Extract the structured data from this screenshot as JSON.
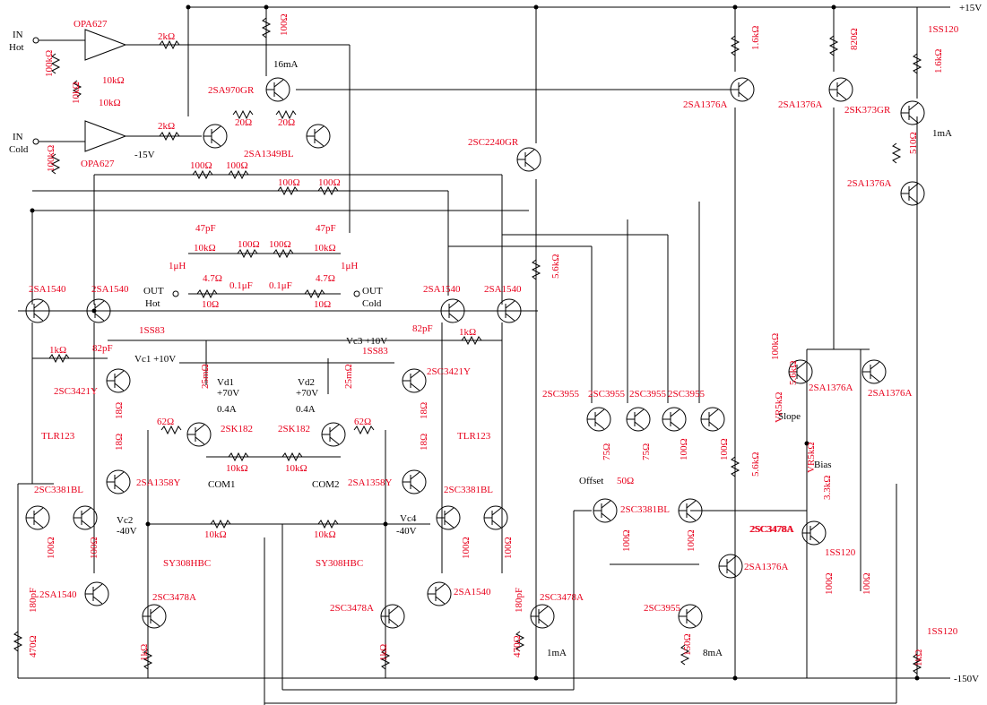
{
  "rails": {
    "pos": "+15V",
    "neg": "-150V"
  },
  "inputs": {
    "hot_label": "IN",
    "hot_sub": "Hot",
    "cold_label": "IN",
    "cold_sub": "Cold",
    "op1": "OPA627",
    "op2": "OPA627",
    "neg15": "-15V"
  },
  "outputs": {
    "hot_label": "OUT",
    "hot_sub": "Hot",
    "cold_label": "OUT",
    "cold_sub": "Cold"
  },
  "component_labels": [
    {
      "id": "r100k_a",
      "text": "100kΩ"
    },
    {
      "id": "r10k_a",
      "text": "10kΩ"
    },
    {
      "id": "r10k_b",
      "text": "10kΩ"
    },
    {
      "id": "r10k_c",
      "text": "10kΩ"
    },
    {
      "id": "r2k_a",
      "text": "2kΩ"
    },
    {
      "id": "r2k_b",
      "text": "2kΩ"
    },
    {
      "id": "r100k_b",
      "text": "100kΩ"
    },
    {
      "id": "r100_top",
      "text": "100Ω"
    },
    {
      "id": "i16",
      "text": "16mA"
    },
    {
      "id": "q2sa970",
      "text": "2SA970GR"
    },
    {
      "id": "r20a",
      "text": "20Ω"
    },
    {
      "id": "r20b",
      "text": "20Ω"
    },
    {
      "id": "q2sa1349",
      "text": "2SA1349BL"
    },
    {
      "id": "r100c",
      "text": "100Ω"
    },
    {
      "id": "r100d",
      "text": "100Ω"
    },
    {
      "id": "r100e",
      "text": "100Ω"
    },
    {
      "id": "r100f",
      "text": "100Ω"
    },
    {
      "id": "q2sc2240",
      "text": "2SC2240GR"
    },
    {
      "id": "c47a",
      "text": "47pF"
    },
    {
      "id": "c47b",
      "text": "47pF"
    },
    {
      "id": "r10k_d",
      "text": "10kΩ"
    },
    {
      "id": "r100g",
      "text": "100Ω"
    },
    {
      "id": "r100h",
      "text": "100Ω"
    },
    {
      "id": "r10k_e",
      "text": "10kΩ"
    },
    {
      "id": "l1",
      "text": "1μH"
    },
    {
      "id": "l2",
      "text": "1μH"
    },
    {
      "id": "r47a",
      "text": "4.7Ω"
    },
    {
      "id": "r47b",
      "text": "4.7Ω"
    },
    {
      "id": "c01a",
      "text": "0.1μF"
    },
    {
      "id": "c01b",
      "text": "0.1μF"
    },
    {
      "id": "r10a",
      "text": "10Ω"
    },
    {
      "id": "r10b",
      "text": "10Ω"
    },
    {
      "id": "q1540a",
      "text": "2SA1540"
    },
    {
      "id": "q1540b",
      "text": "2SA1540"
    },
    {
      "id": "q1540c",
      "text": "2SA1540"
    },
    {
      "id": "q1540d",
      "text": "2SA1540"
    },
    {
      "id": "r56a",
      "text": "5.6kΩ"
    },
    {
      "id": "d1ss83a",
      "text": "1SS83"
    },
    {
      "id": "d1ss83b",
      "text": "1SS83"
    },
    {
      "id": "r1ka",
      "text": "1kΩ"
    },
    {
      "id": "r1kb",
      "text": "1kΩ"
    },
    {
      "id": "c82a",
      "text": "82pF"
    },
    {
      "id": "c82b",
      "text": "82pF"
    },
    {
      "id": "q3421a",
      "text": "2SC3421Y"
    },
    {
      "id": "q3421b",
      "text": "2SC3421Y"
    },
    {
      "id": "r25a",
      "text": "25mΩ"
    },
    {
      "id": "r25b",
      "text": "25mΩ"
    },
    {
      "id": "r18a",
      "text": "18Ω"
    },
    {
      "id": "r18b",
      "text": "18Ω"
    },
    {
      "id": "r18c",
      "text": "18Ω"
    },
    {
      "id": "r18d",
      "text": "18Ω"
    },
    {
      "id": "r62a",
      "text": "62Ω"
    },
    {
      "id": "r62b",
      "text": "62Ω"
    },
    {
      "id": "q2sk182a",
      "text": "2SK182"
    },
    {
      "id": "q2sk182b",
      "text": "2SK182"
    },
    {
      "id": "led1",
      "text": "TLR123"
    },
    {
      "id": "led2",
      "text": "TLR123"
    },
    {
      "id": "q1358a",
      "text": "2SA1358Y"
    },
    {
      "id": "q1358b",
      "text": "2SA1358Y"
    },
    {
      "id": "r10k_f",
      "text": "10kΩ"
    },
    {
      "id": "r10k_g",
      "text": "10kΩ"
    },
    {
      "id": "q3381a",
      "text": "2SC3381BL"
    },
    {
      "id": "q3381b",
      "text": "2SC3381BL"
    },
    {
      "id": "r100i",
      "text": "100Ω"
    },
    {
      "id": "r100j",
      "text": "100Ω"
    },
    {
      "id": "r100k2",
      "text": "100Ω"
    },
    {
      "id": "r100l",
      "text": "100Ω"
    },
    {
      "id": "r10k_h",
      "text": "10kΩ"
    },
    {
      "id": "r10k_i",
      "text": "10kΩ"
    },
    {
      "id": "led3",
      "text": "SY308HBC"
    },
    {
      "id": "led4",
      "text": "SY308HBC"
    },
    {
      "id": "q1540e",
      "text": "2SA1540"
    },
    {
      "id": "q1540f",
      "text": "2SA1540"
    },
    {
      "id": "q3478a",
      "text": "2SC3478A"
    },
    {
      "id": "q3478b",
      "text": "2SC3478A"
    },
    {
      "id": "q3478c",
      "text": "2SC3478A"
    },
    {
      "id": "q3478d",
      "text": "2SC3478A"
    },
    {
      "id": "c180a",
      "text": "180pF"
    },
    {
      "id": "c180b",
      "text": "180pF"
    },
    {
      "id": "r470a",
      "text": "470Ω"
    },
    {
      "id": "r470b",
      "text": "470Ω"
    },
    {
      "id": "r1kc",
      "text": "1kΩ"
    },
    {
      "id": "r1kd",
      "text": "1kΩ"
    },
    {
      "id": "r16ka",
      "text": "1.6kΩ"
    },
    {
      "id": "r820",
      "text": "820Ω"
    },
    {
      "id": "d1ss120a",
      "text": "1SS120"
    },
    {
      "id": "r16kb",
      "text": "1.6kΩ"
    },
    {
      "id": "q1376a",
      "text": "2SA1376A"
    },
    {
      "id": "q1376b",
      "text": "2SA1376A"
    },
    {
      "id": "q373",
      "text": "2SK373GR"
    },
    {
      "id": "r510",
      "text": "510Ω"
    },
    {
      "id": "q1376c",
      "text": "2SA1376A"
    },
    {
      "id": "q3955a",
      "text": "2SC3955"
    },
    {
      "id": "q3955b",
      "text": "2SC3955"
    },
    {
      "id": "q3955c",
      "text": "2SC3955"
    },
    {
      "id": "q3955d",
      "text": "2SC3955"
    },
    {
      "id": "r75a",
      "text": "75Ω"
    },
    {
      "id": "r75b",
      "text": "75Ω"
    },
    {
      "id": "r100m",
      "text": "100Ω"
    },
    {
      "id": "r100n",
      "text": "100Ω"
    },
    {
      "id": "r50",
      "text": "50Ω"
    },
    {
      "id": "r56b",
      "text": "5.6kΩ"
    },
    {
      "id": "q3381c",
      "text": "2SC3381BL"
    },
    {
      "id": "r100o",
      "text": "100Ω"
    },
    {
      "id": "r100p",
      "text": "100Ω"
    },
    {
      "id": "q1376d",
      "text": "2SA1376A"
    },
    {
      "id": "q3955e",
      "text": "2SC3955"
    },
    {
      "id": "r150",
      "text": "150Ω"
    },
    {
      "id": "r100k_c",
      "text": "100kΩ"
    },
    {
      "id": "r56c",
      "text": "5.6kΩ"
    },
    {
      "id": "vr5ka",
      "text": "VR5kΩ"
    },
    {
      "id": "vr5kb",
      "text": "VR5kΩ"
    },
    {
      "id": "r33k",
      "text": "3.3kΩ"
    },
    {
      "id": "q1376e",
      "text": "2SA1376A"
    },
    {
      "id": "q1376f",
      "text": "2SA1376A"
    },
    {
      "id": "q3478e",
      "text": "2SC3478A"
    },
    {
      "id": "d1ss120b",
      "text": "1SS120"
    },
    {
      "id": "r100q",
      "text": "100Ω"
    },
    {
      "id": "r100r",
      "text": "100Ω"
    },
    {
      "id": "d1ss120c",
      "text": "1SS120"
    },
    {
      "id": "r1ke",
      "text": "1kΩ"
    }
  ],
  "notes": {
    "vc1": "Vc1 +10V",
    "vc2": "Vc2",
    "vc2v": "-40V",
    "vc3": "Vc3 +10V",
    "vc4": "Vc4",
    "vc4v": "-40V",
    "vd1": "Vd1",
    "vd1v": "+70V",
    "vd1i": "0.4A",
    "vd2": "Vd2",
    "vd2v": "+70V",
    "vd2i": "0.4A",
    "com1": "COM1",
    "com2": "COM2",
    "i1ma_a": "1mA",
    "i1ma_b": "1mA",
    "i8ma": "8mA",
    "slope": "Slope",
    "bias": "Bias",
    "offset": "Offset"
  }
}
